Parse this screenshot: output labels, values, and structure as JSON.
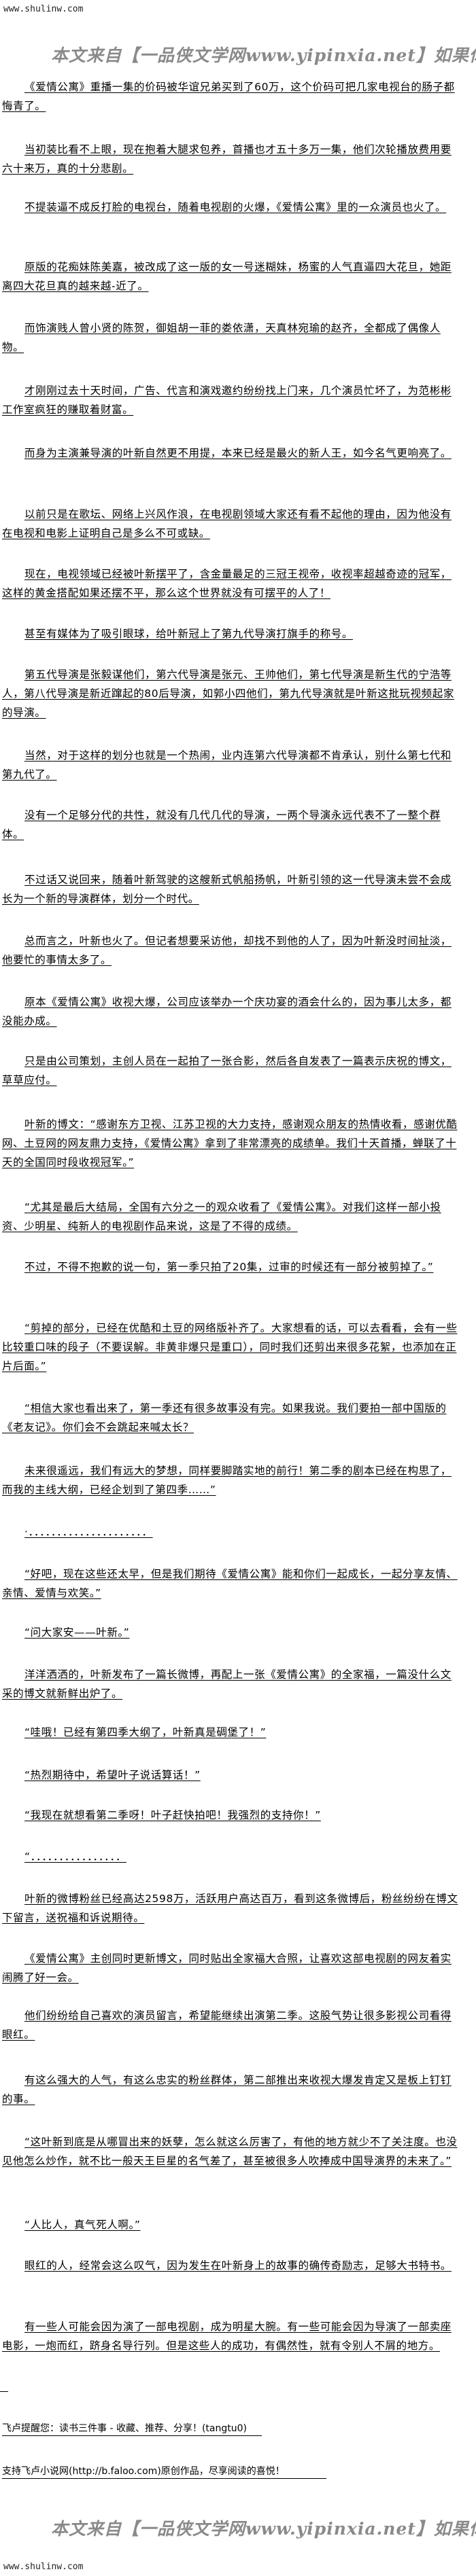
{
  "header": {
    "site_url": "www.shulinw.com"
  },
  "banner": {
    "text": "本文来自【一品侠文学网www.yipinxia.net】如果你想看完整版小说，请"
  },
  "paragraphs": [
    "《爱情公寓》重播一集的价码被华谊兄弟买到了60万，这个价码可把几家电视台的肠子都悔青了。",
    "当初装比看不上眼，现在抱着大腿求包养，首播也才五十多万一集，他们次轮播放费用要六十来万，真的十分悲剧。",
    "不提装逼不成反打脸的电视台，随着电视剧的火爆，《爱情公寓》里的一众演员也火了。",
    "原版的花痴妹陈美嘉，被改成了这一版的女一号迷糊妹，杨蜜的人气直逼四大花旦，她距离四大花旦真的越来越-近了。",
    "而饰演贱人曾小贤的陈贺，御姐胡一菲的娄依潇，天真林宛瑜的赵齐，全都成了偶像人物。",
    "才刚刚过去十天时间，广告、代言和演戏邀约纷纷找上门来，几个演员忙坏了，为范彬彬工作室疯狂的赚取着财富。",
    "而身为主演兼导演的叶新自然更不用提，本来已经是最火的新人王，如今名气更响亮了。",
    "以前只是在歌坛、网络上兴风作浪，在电视剧领域大家还有看不起他的理由，因为他没有在电视和电影上证明自己是多么不可或缺。",
    "现在，电视领域已经被叶新摆平了，含金量最足的三冠王视帝，收视率超越奇迹的冠军，这样的黄金搭配如果还摆不平，那么这个世界就没有可摆平的人了！",
    "甚至有媒体为了吸引眼球，给叶新冠上了第九代导演打旗手的称号。",
    "第五代导演是张毅谋他们，第六代导演是张元、王帅他们，第七代导演是新生代的宁浩等人，第八代导演是新近蹿起的80后导演，如郭小四他们，第九代导演就是叶新这批玩视频起家的导演。",
    "当然，对于这样的划分也就是一个热闹，业内连第六代导演都不肯承认，别什么第七代和第九代了。",
    "没有一个足够分代的共性，就没有几代几代的导演，一两个导演永远代表不了一整个群体。",
    "不过话又说回来，随着叶新驾驶的这艘新式帆船扬帆，叶新引领的这一代导演未尝不会成长为一个新的导演群体，划分一个时代。",
    "总而言之，叶新也火了。但记者想要采访他，却找不到他的人了，因为叶新没时间扯淡，他要忙的事情太多了。",
    "原本《爱情公寓》收视大爆，公司应该举办一个庆功宴的酒会什么的，因为事儿太多，都没能办成。",
    "只是由公司策划，主创人员在一起拍了一张合影，然后各自发表了一篇表示庆祝的博文，草草应付。",
    "叶新的博文：“感谢东方卫视、江苏卫视的大力支持，感谢观众朋友的热情收看，感谢优酷网、土豆网的网友鼎力支持，《爱情公寓》拿到了非常漂亮的成绩单。我们十天首播，蝉联了十天的全国同时段收视冠军。”",
    "“尤其是最后大结局，全国有六分之一的观众收看了《爱情公寓》。对我们这样一部小投资、少明星、纯新人的电视剧作品来说，这是了不得的成绩。",
    "不过，不得不抱歉的说一句，第一季只拍了20集，过审的时候还有一部分被剪掉了。”",
    "“剪掉的部分，已经在优酷和土豆的网络版补齐了。大家想看的话，可以去看看，会有一些比较重口味的段子（不要误解。非黄非爆只是重口），同时我们还剪出来很多花絮，也添加在正片后面。”",
    "“相信大家也看出来了，第一季还有很多故事没有完。如果我说。我们要拍一部中国版的《老友记》。你们会不会跳起来喊太长？",
    "未来很遥远，我们有远大的梦想，同样要脚踏实地的前行！第二季的剧本已经在构思了，而我的主线大纲，已经企划到了第四季……”",
    "·．．．．．．．．．．．．．．．．．．．．．",
    "“好吧，现在这些还太早，但是我们期待《爱情公寓》能和你们一起成长，一起分享友情、亲情、爱情与欢笑。”",
    "“问大家安——叶新。”",
    "洋洋洒洒的，叶新发布了一篇长微博，再配上一张《爱情公寓》的全家福，一篇没什么文采的博文就新鲜出炉了。",
    "“哇哦！已经有第四季大纲了，叶新真是碉堡了！”",
    "“热烈期待中，希望叶子说话算话！”",
    "“我现在就想看第二季呀！叶子赶快拍吧！我强烈的支持你！”",
    "“．．．．．．．．．．．．．．．．",
    "叶新的微博粉丝已经高达2598万，活跃用户高达百万，看到这条微博后，粉丝纷纷在博文下留言，送祝福和诉说期待。",
    "《爱情公寓》主创同时更新博文，同时贴出全家福大合照，让喜欢这部电视剧的网友着实闹腾了好一会。",
    "他们纷纷给自己喜欢的演员留言，希望能继续出演第二季。这股气势让很多影视公司看得眼红。",
    "有这么强大的人气，有这么忠实的粉丝群体，第二部推出来收视大爆发肯定又是板上钉钉的事。",
    "“这叶新到底是从哪冒出来的妖孽，怎么就这么厉害了，有他的地方就少不了关注度。也没见他怎么炒作，就不比一般天王巨星的名气差了，甚至被很多人吹捧成中国导演界的未来了。”",
    "“人比人，真气死人啊。”",
    "眼红的人，经常会这么叹气，因为发生在叶新身上的故事的确传奇励志，足够大书特书。",
    "有一些人可能会因为演了一部电视剧，成为明星大腕。有一些可能会因为导演了一部卖座电影，一炮而红，跻身名导行列。但是这些人的成功，有偶然性，就有令别人不屑的地方。"
  ],
  "footer": {
    "reminder": "飞卢提醒您：读书三件事 - 收藏、推荐、分享！(tangtu0)",
    "support": "支持飞卢小说网(http://b.faloo.com)原创作品，尽享阅读的喜悦！"
  },
  "banner_bottom": {
    "text": "本文来自【一品侠文学网www.yipinxia.net】如果你想看完整版小说，请"
  },
  "footer_site": {
    "site_url": "www.shulinw.com"
  }
}
